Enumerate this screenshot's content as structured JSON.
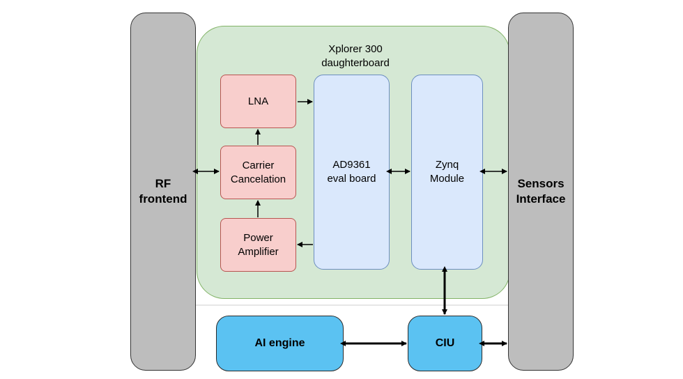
{
  "diagram": {
    "rf_frontend": "RF\nfrontend",
    "sensors_interface": "Sensors\nInterface",
    "daughterboard_title": "Xplorer 300\ndaughterboard",
    "lna": "LNA",
    "carrier_cancelation": "Carrier\nCancelation",
    "power_amplifier": "Power\nAmplifier",
    "ad9361": "AD9361\neval board",
    "zynq": "Zynq\nModule",
    "ai_engine": "AI engine",
    "ciu": "CIU"
  },
  "colors": {
    "gray": "#bdbdbd",
    "green_fill": "#d5e8d4",
    "green_border": "#82b366",
    "pink_fill": "#f8cecc",
    "pink_border": "#b85450",
    "blue_fill": "#dae8fc",
    "blue_border": "#6c8ebf",
    "cyan_fill": "#5bc2f2"
  }
}
